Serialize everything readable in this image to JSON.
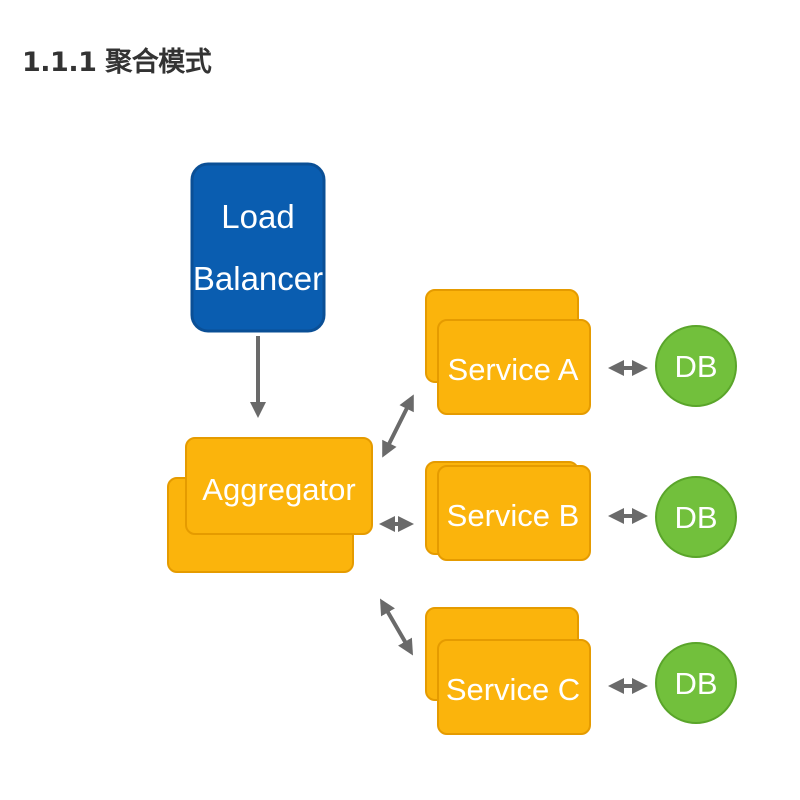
{
  "heading": "1.1.1 聚合模式",
  "colors": {
    "load_balancer_fill": "#0a5db0",
    "load_balancer_stroke": "#0a4f96",
    "service_fill": "#fbb40c",
    "service_stroke": "#e59b00",
    "db_fill": "#72c03c",
    "db_stroke": "#5aa52a",
    "arrow": "#6a6a6a"
  },
  "nodes": {
    "load_balancer": {
      "line1": "Load",
      "line2": "Balancer"
    },
    "aggregator": {
      "label": "Aggregator"
    },
    "service_a": {
      "label": "Service A"
    },
    "service_b": {
      "label": "Service B"
    },
    "service_c": {
      "label": "Service C"
    },
    "db_a": {
      "label": "DB"
    },
    "db_b": {
      "label": "DB"
    },
    "db_c": {
      "label": "DB"
    }
  }
}
